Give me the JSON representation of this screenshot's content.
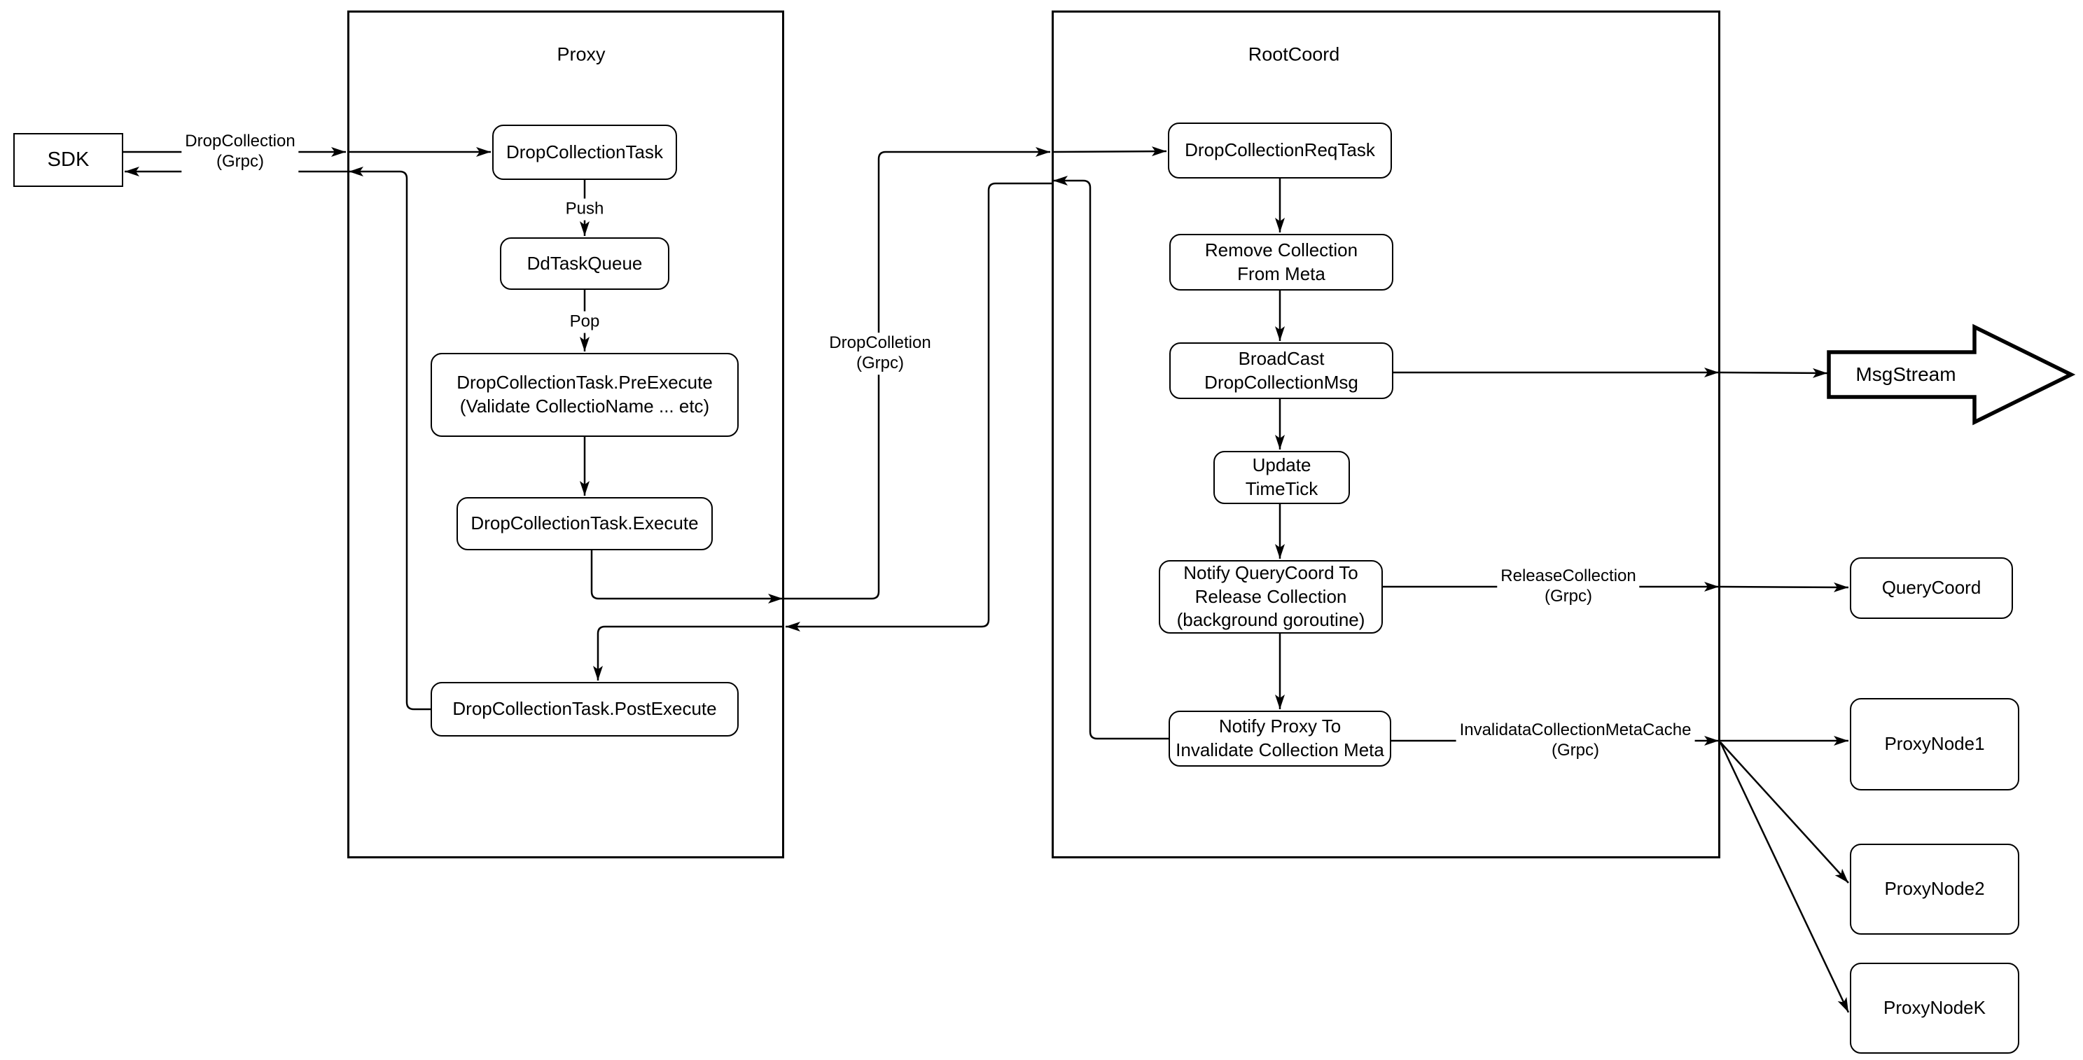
{
  "containers": {
    "proxy": {
      "title": "Proxy"
    },
    "rootcoord": {
      "title": "RootCoord"
    }
  },
  "nodes": {
    "sdk": {
      "label": "SDK"
    },
    "drop_collection_task": {
      "label": "DropCollectionTask"
    },
    "dd_task_queue": {
      "label": "DdTaskQueue"
    },
    "pre_execute": {
      "label": "DropCollectionTask.PreExecute\n(Validate CollectioName ... etc)"
    },
    "execute": {
      "label": "DropCollectionTask.Execute"
    },
    "post_execute": {
      "label": "DropCollectionTask.PostExecute"
    },
    "drop_collection_req_task": {
      "label": "DropCollectionReqTask"
    },
    "remove_collection": {
      "label": "Remove Collection\nFrom Meta"
    },
    "broadcast": {
      "label": "BroadCast\nDropCollectionMsg"
    },
    "update_timetick": {
      "label": "Update TimeTick"
    },
    "notify_querycoord": {
      "label": "Notify QueryCoord To\nRelease Collection\n(background goroutine)"
    },
    "notify_proxy": {
      "label": "Notify Proxy To\nInvalidate Collection Meta"
    },
    "msgstream": {
      "label": "MsgStream"
    },
    "querycoord": {
      "label": "QueryCoord"
    },
    "proxynode1": {
      "label": "ProxyNode1"
    },
    "proxynode2": {
      "label": "ProxyNode2"
    },
    "proxynodek": {
      "label": "ProxyNodeK"
    }
  },
  "edge_labels": {
    "sdk_to_proxy": "DropCollection\n(Grpc)",
    "push": "Push",
    "pop": "Pop",
    "proxy_to_rootcoord": "DropColletion\n(Grpc)",
    "release_collection": "ReleaseCollection\n(Grpc)",
    "invalidate_cache": "InvalidataCollectionMetaCache\n(Grpc)"
  },
  "colors": {
    "stroke": "#000000",
    "background": "#ffffff"
  }
}
